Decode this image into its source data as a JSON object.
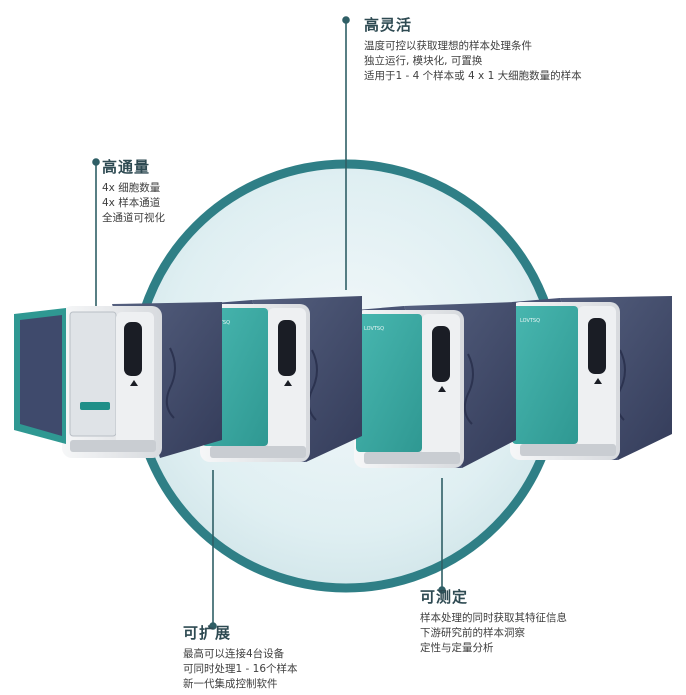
{
  "colors": {
    "teal": "#3aa9a3",
    "navy": "#414b6e",
    "connector": "#2f5f66",
    "circle": "#d9ecef"
  },
  "callouts": {
    "flexibility": {
      "title": "高灵活",
      "lines": [
        "温度可控以获取理想的样本处理条件",
        "独立运行, 模块化, 可置换",
        "适用于1 - 4 个样本或 4 x 1 大细胞数量的样本"
      ]
    },
    "throughput": {
      "title": "高通量",
      "lines": [
        "4x 细胞数量",
        "4x 样本通道",
        "全通道可视化"
      ]
    },
    "measurable": {
      "title": "可测定",
      "lines": [
        "样本处理的同时获取其特征信息",
        "下游研究前的样本洞察",
        "定性与定量分析"
      ]
    },
    "expandable": {
      "title": "可扩展",
      "lines": [
        "最高可以连接4台设备",
        "可同时处理1 - 16个样本",
        "新一代集成控制软件"
      ]
    }
  },
  "devices": [
    {
      "door": "open",
      "brand_label": ""
    },
    {
      "door": "closed",
      "brand_label": "LOVTSQ"
    },
    {
      "door": "closed",
      "brand_label": "LOVTSQ"
    },
    {
      "door": "closed",
      "brand_label": "LOVTSQ"
    }
  ]
}
